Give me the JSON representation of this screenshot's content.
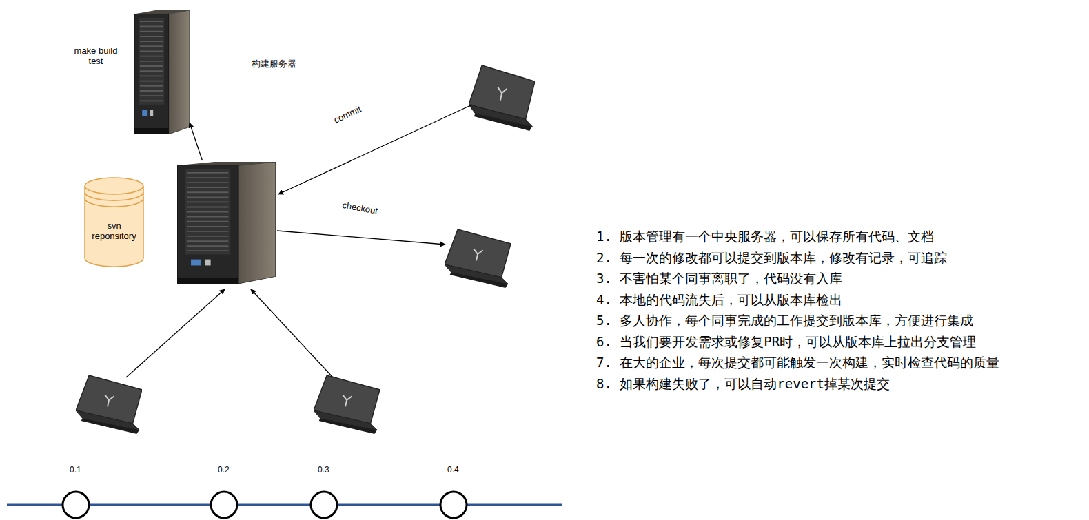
{
  "diagram": {
    "nodes": [
      {
        "text": [
          "make build test",
          "构建服务器"
        ]
      },
      {
        "text": [
          "svn reponsitory"
        ]
      }
    ],
    "edges": [
      {
        "from": 1,
        "to": 0,
        "arrow": "to"
      }
    ],
    "labels": [
      "commit",
      "checkout",
      "0.1",
      "0.2",
      "0.3",
      "0.4",
      "1. 版本管理有一个中央服务器，可以保存所有代码、文档",
      "2. 每一次的修改都可以提交到版本库，修改有记录，可追踪",
      "3. 不害怕某个同事离职了，代码没有入库",
      "4. 本地的代码流失后，可以从版本库检出",
      "5. 多人协作，每个同事完成的工作提交到版本库，方便进行集成",
      "6. 当我们要开发需求或修复PR时，可以从版本库上拉出分支管理",
      "7. 在大的企业，每次提交都可能触发一次构建，实时检查代码的质量",
      "8. 如果构建失败了，可以自动revert掉某次提交"
    ]
  }
}
